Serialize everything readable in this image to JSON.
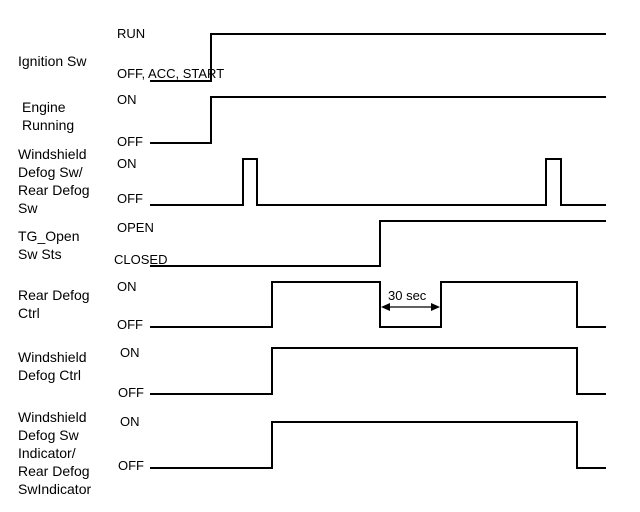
{
  "signals": [
    {
      "label": [
        "Ignition Sw"
      ],
      "high": "RUN",
      "low": "OFF, ACC, START"
    },
    {
      "label": [
        "Engine",
        "Running"
      ],
      "high": "ON",
      "low": "OFF"
    },
    {
      "label": [
        "Windshield",
        "Defog Sw/",
        "Rear Defog",
        "Sw"
      ],
      "high": "ON",
      "low": "OFF"
    },
    {
      "label": [
        "TG_Open",
        "Sw Sts"
      ],
      "high": "OPEN",
      "low": "CLOSED"
    },
    {
      "label": [
        "Rear Defog",
        "Ctrl"
      ],
      "high": "ON",
      "low": "OFF"
    },
    {
      "label": [
        "Windshield",
        "Defog Ctrl"
      ],
      "high": "ON",
      "low": "OFF"
    },
    {
      "label": [
        "Windshield",
        "Defog Sw",
        "Indicator/",
        "Rear Defog",
        "SwIndicator"
      ],
      "high": "ON",
      "low": "OFF"
    }
  ],
  "annotations": {
    "delay_label": "30 sec"
  }
}
